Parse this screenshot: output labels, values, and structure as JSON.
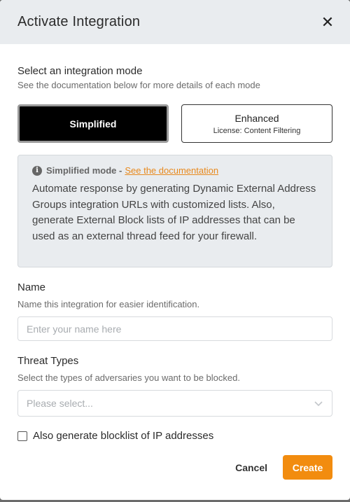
{
  "modal": {
    "title": "Activate Integration",
    "close_glyph": "✕"
  },
  "mode_section": {
    "label": "Select an integration mode",
    "sub": "See the documentation below for more details of each mode",
    "modes": [
      {
        "name": "Simplified",
        "selected": true
      },
      {
        "name": "Enhanced",
        "license": "License: Content Filtering",
        "selected": false
      }
    ]
  },
  "info": {
    "icon": "info-icon",
    "heading": "Simplified mode -",
    "link": "See the documentation",
    "text": "Automate response by generating Dynamic External Address Groups integration URLs with customized lists. Also, generate External Block lists of IP addresses that can be used as an external thread feed for your firewall."
  },
  "name_field": {
    "title": "Name",
    "help": "Name this integration for easier identification.",
    "placeholder": "Enter your name here",
    "value": ""
  },
  "threat_field": {
    "title": "Threat Types",
    "help": "Select the types of adversaries you want to be blocked.",
    "placeholder": "Please select..."
  },
  "blocklist": {
    "label": "Also generate blocklist of IP addresses",
    "checked": false
  },
  "footer": {
    "cancel": "Cancel",
    "create": "Create"
  },
  "colors": {
    "accent": "#f28c0f",
    "link": "#e8891d",
    "header_bg": "#e9ecef",
    "selected_mode_bg": "#000000"
  }
}
